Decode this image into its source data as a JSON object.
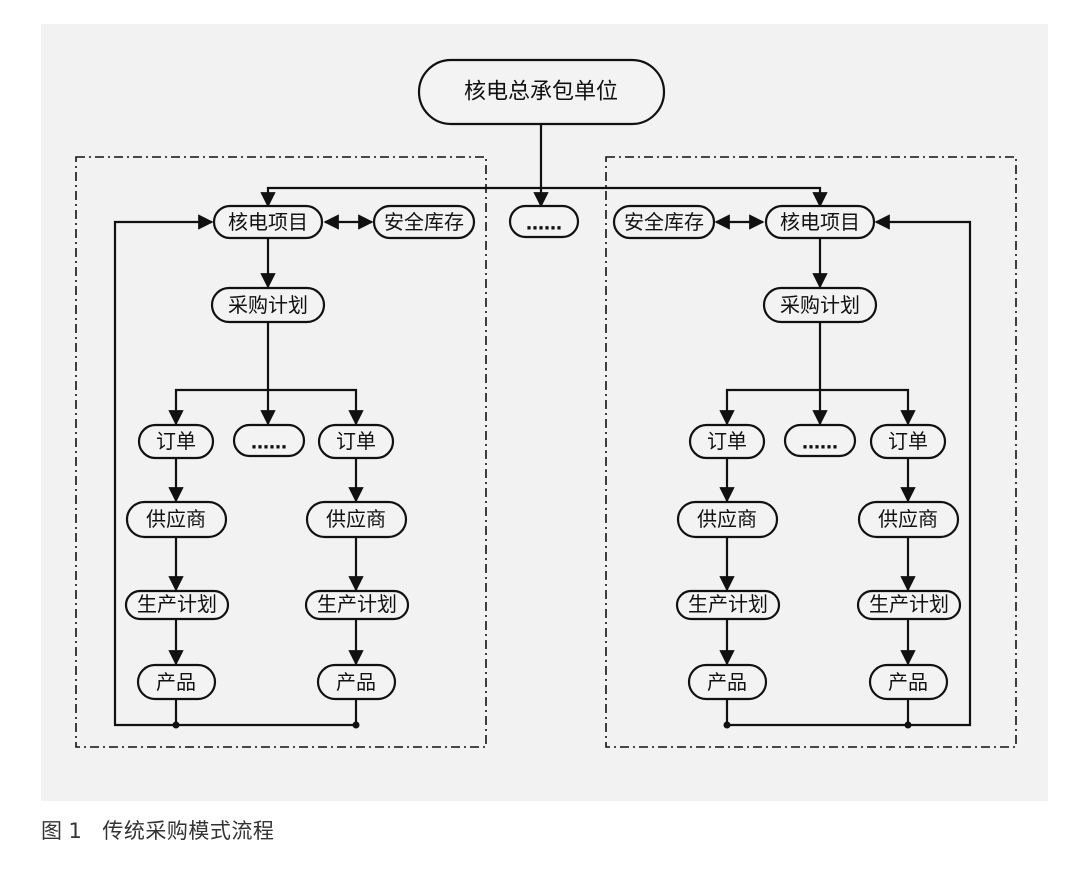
{
  "diagram": {
    "root": "核电总承包单位",
    "ellipsis": "……",
    "left_group": {
      "project": "核电项目",
      "stock": "安全库存",
      "plan": "采购计划",
      "ellipsis": "……",
      "branches": [
        {
          "order": "订单",
          "supplier": "供应商",
          "production": "生产计划",
          "product": "产品"
        },
        {
          "order": "订单",
          "supplier": "供应商",
          "production": "生产计划",
          "product": "产品"
        }
      ]
    },
    "right_group": {
      "project": "核电项目",
      "stock": "安全库存",
      "plan": "采购计划",
      "ellipsis": "……",
      "branches": [
        {
          "order": "订单",
          "supplier": "供应商",
          "production": "生产计划",
          "product": "产品"
        },
        {
          "order": "订单",
          "supplier": "供应商",
          "production": "生产计划",
          "product": "产品"
        }
      ]
    }
  },
  "caption": {
    "label": "图",
    "number": "1",
    "text": "传统采购模式流程"
  }
}
